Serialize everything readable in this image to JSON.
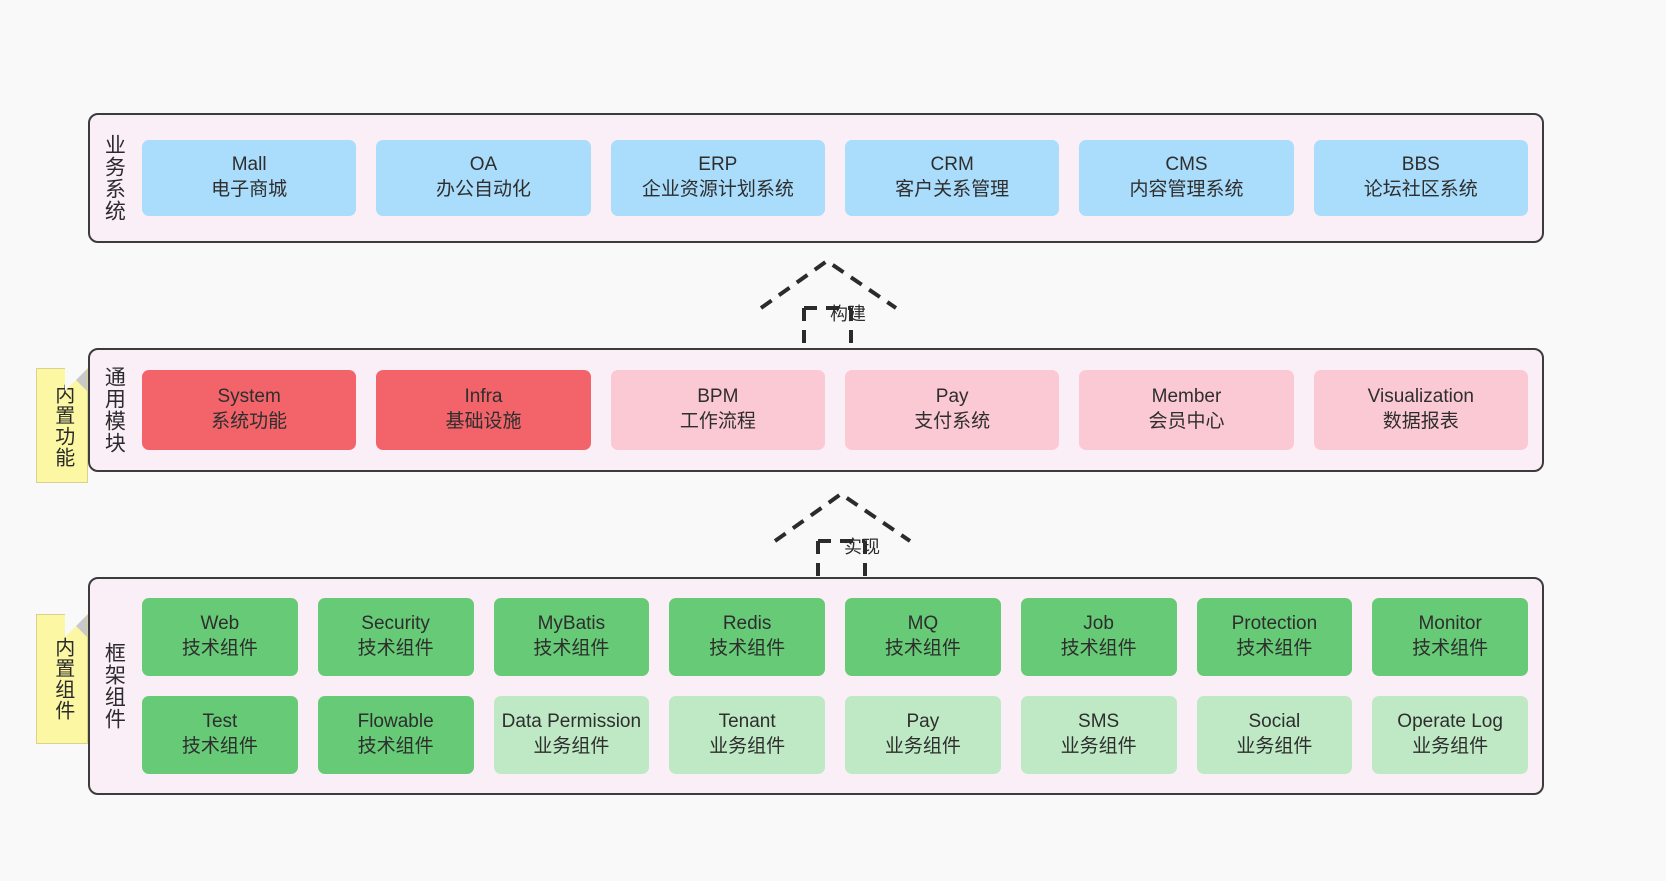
{
  "diagram": {
    "title": "ruoyi-vue-pro architecture layers",
    "background": "#f9f9f9",
    "colors": {
      "layer_bg": "#fbeff7",
      "layer_border": "#3c3c3c",
      "business": "#aadcfb",
      "module_core": "#f2646a",
      "module_optional": "#fbc9d4",
      "framework_tech": "#66ca76",
      "framework_biz": "#bfe9c4",
      "note": "#fbf7a2"
    }
  },
  "layers": [
    {
      "id": "business",
      "title": "业务系统",
      "rows": [
        [
          {
            "name": "Mall",
            "sub": "电子商城"
          },
          {
            "name": "OA",
            "sub": "办公自动化"
          },
          {
            "name": "ERP",
            "sub": "企业资源计划系统"
          },
          {
            "name": "CRM",
            "sub": "客户关系管理"
          },
          {
            "name": "CMS",
            "sub": "内容管理系统"
          },
          {
            "name": "BBS",
            "sub": "论坛社区系统"
          }
        ]
      ]
    },
    {
      "id": "modules",
      "title": "通用模块",
      "note": "内置功能",
      "rows": [
        [
          {
            "name": "System",
            "sub": "系统功能"
          },
          {
            "name": "Infra",
            "sub": "基础设施"
          },
          {
            "name": "BPM",
            "sub": "工作流程"
          },
          {
            "name": "Pay",
            "sub": "支付系统"
          },
          {
            "name": "Member",
            "sub": "会员中心"
          },
          {
            "name": "Visualization",
            "sub": "数据报表"
          }
        ]
      ]
    },
    {
      "id": "framework",
      "title": "框架组件",
      "note": "内置组件",
      "rows": [
        [
          {
            "name": "Web",
            "sub": "技术组件"
          },
          {
            "name": "Security",
            "sub": "技术组件"
          },
          {
            "name": "MyBatis",
            "sub": "技术组件"
          },
          {
            "name": "Redis",
            "sub": "技术组件"
          },
          {
            "name": "MQ",
            "sub": "技术组件"
          },
          {
            "name": "Job",
            "sub": "技术组件"
          },
          {
            "name": "Protection",
            "sub": "技术组件"
          },
          {
            "name": "Monitor",
            "sub": "技术组件"
          }
        ],
        [
          {
            "name": "Test",
            "sub": "技术组件"
          },
          {
            "name": "Flowable",
            "sub": "技术组件"
          },
          {
            "name": "Data Permission",
            "sub": "业务组件"
          },
          {
            "name": "Tenant",
            "sub": "业务组件"
          },
          {
            "name": "Pay",
            "sub": "业务组件"
          },
          {
            "name": "SMS",
            "sub": "业务组件"
          },
          {
            "name": "Social",
            "sub": "业务组件"
          },
          {
            "name": "Operate Log",
            "sub": "业务组件"
          }
        ]
      ]
    }
  ],
  "connectors": [
    {
      "id": "build",
      "label": "构建",
      "from": "modules",
      "to": "business",
      "style": "dashed-generalization"
    },
    {
      "id": "implement",
      "label": "实现",
      "from": "framework",
      "to": "modules",
      "style": "dashed-generalization"
    }
  ]
}
